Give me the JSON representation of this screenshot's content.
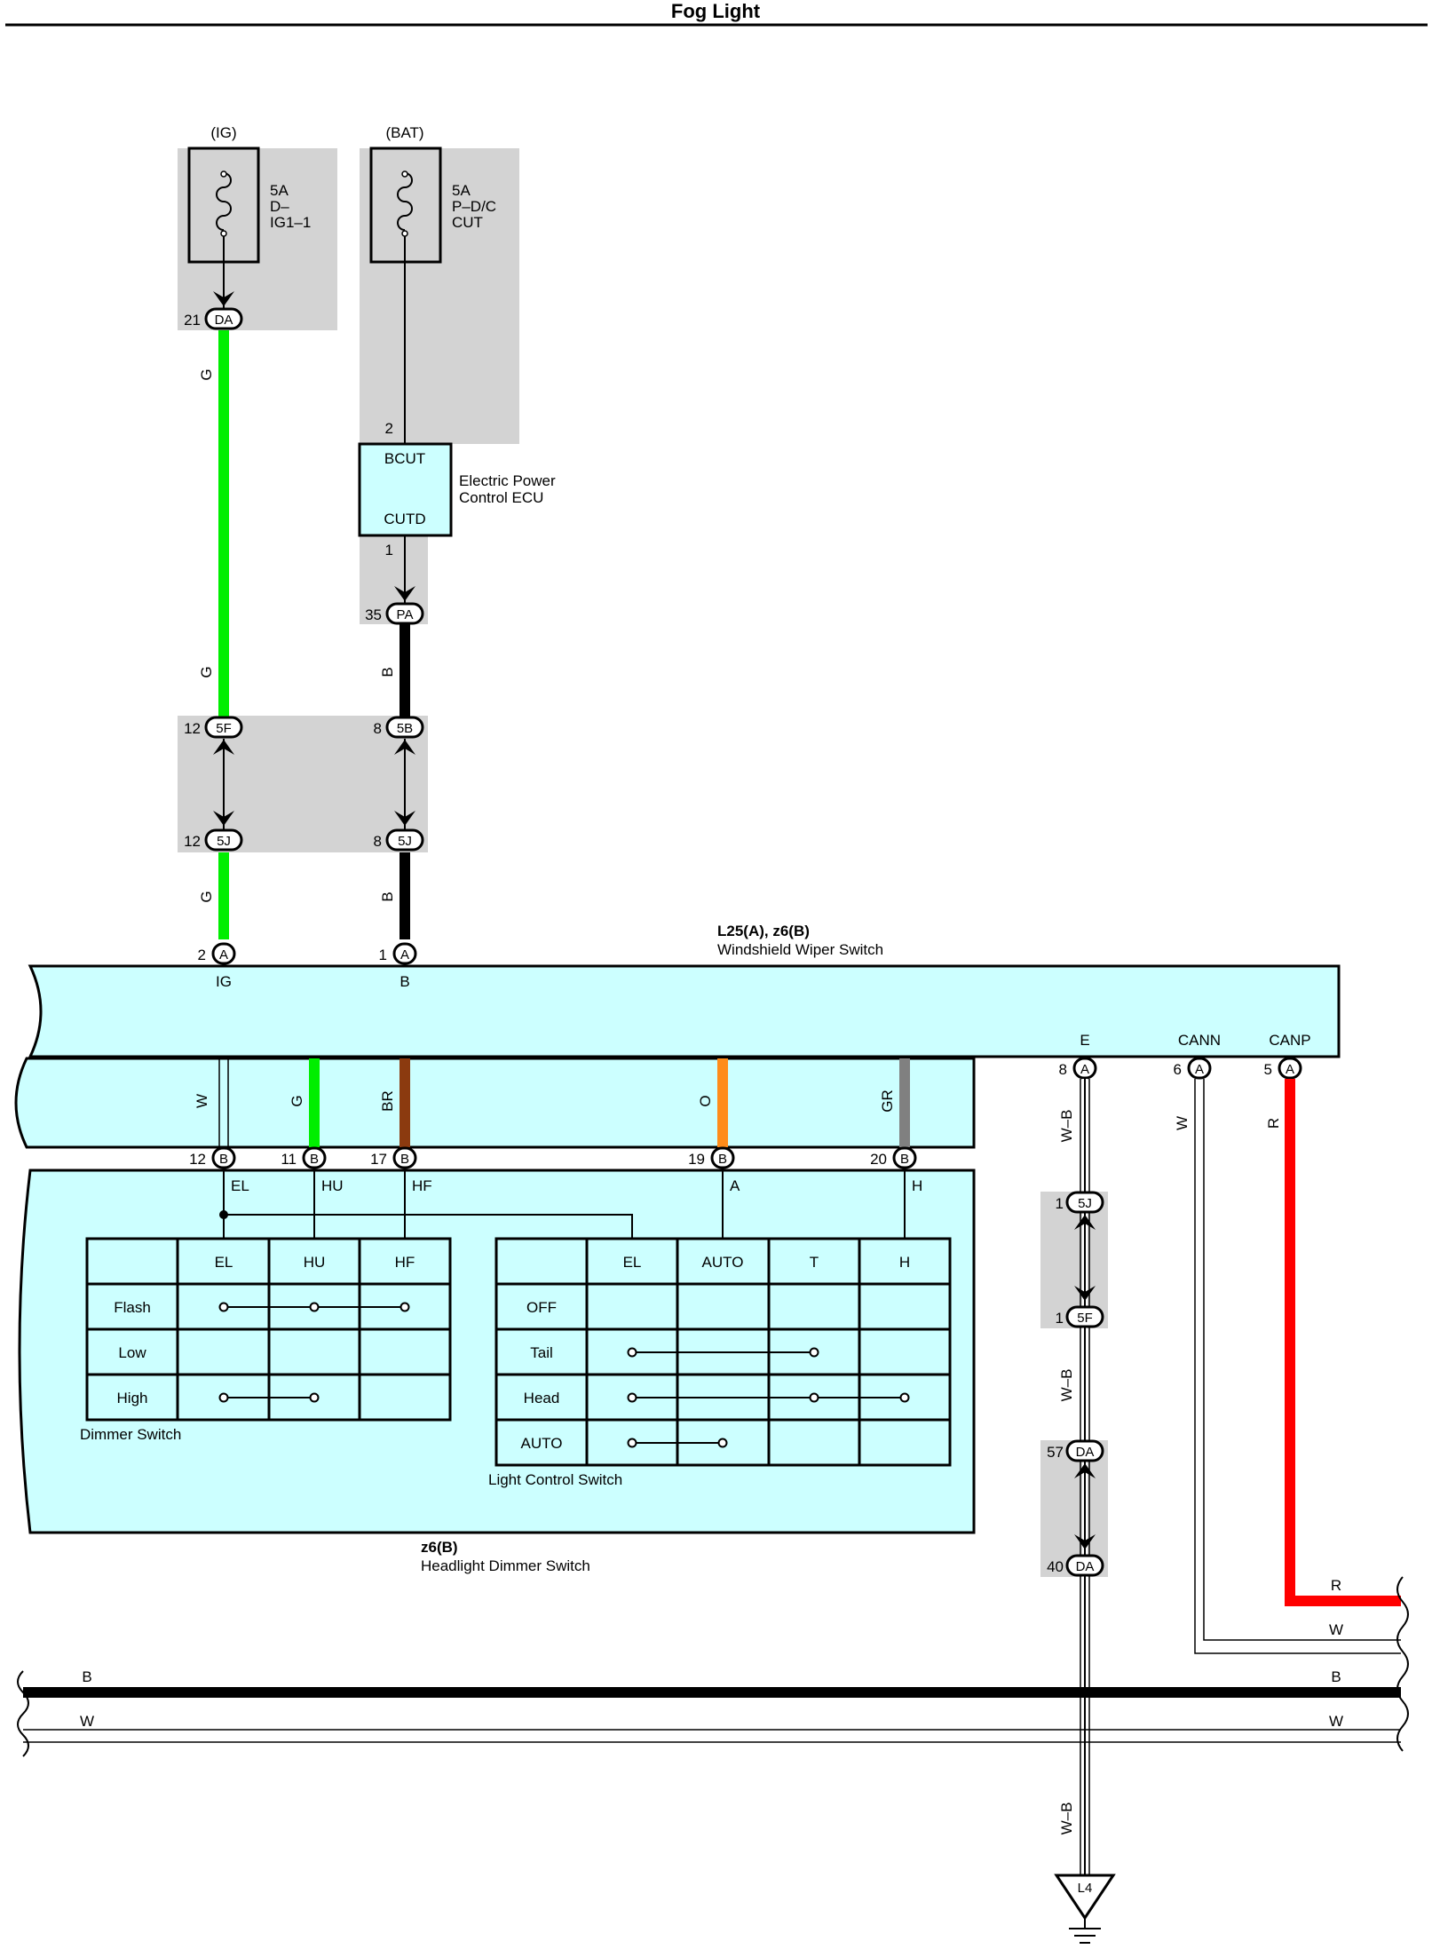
{
  "title": "Fog Light",
  "power": {
    "ig": {
      "label": "(IG)",
      "fuse_amp": "5A",
      "fuse_name_1": "D–",
      "fuse_name_2": "IG1–1",
      "connector": "DA",
      "pin": "21"
    },
    "bat": {
      "label": "(BAT)",
      "fuse_amp": "5A",
      "fuse_name_1": "P–D/C",
      "fuse_name_2": "CUT",
      "pin_in": "2"
    }
  },
  "ecu": {
    "pin_top": "BCUT",
    "pin_bottom": "CUTD",
    "label_1": "Electric Power",
    "label_2": "Control ECU",
    "pin_out": "1",
    "out_connector": "PA",
    "out_pin": "35"
  },
  "junction_5f_5j": {
    "left_top": {
      "pin": "12",
      "conn": "5F"
    },
    "left_bottom": {
      "pin": "12",
      "conn": "5J"
    },
    "right_top": {
      "pin": "8",
      "conn": "5B"
    },
    "right_bottom": {
      "pin": "8",
      "conn": "5J"
    }
  },
  "wiper_switch": {
    "title": "L25(A), z6(B)",
    "subtitle": "Windshield Wiper Switch",
    "pin_ig": {
      "num": "2",
      "conn": "A",
      "name": "IG"
    },
    "pin_b": {
      "num": "1",
      "conn": "A",
      "name": "B"
    },
    "pin_e": {
      "num": "8",
      "conn": "A",
      "name": "E"
    },
    "pin_cann": {
      "num": "6",
      "conn": "A",
      "name": "CANN"
    },
    "pin_canp": {
      "num": "5",
      "conn": "A",
      "name": "CANP"
    }
  },
  "wire_colors": {
    "G": "G",
    "B": "B",
    "W": "W",
    "BR": "BR",
    "O": "O",
    "GR": "GR",
    "R": "R",
    "WB": "W–B"
  },
  "dimmer_pins": [
    {
      "num": "12",
      "conn": "B",
      "name": "EL",
      "wire": "W"
    },
    {
      "num": "11",
      "conn": "B",
      "name": "HU",
      "wire": "G"
    },
    {
      "num": "17",
      "conn": "B",
      "name": "HF",
      "wire": "BR"
    },
    {
      "num": "19",
      "conn": "B",
      "name": "A",
      "wire": "O"
    },
    {
      "num": "20",
      "conn": "B",
      "name": "H",
      "wire": "GR"
    }
  ],
  "dimmer_table": {
    "headers": [
      "EL",
      "HU",
      "HF"
    ],
    "rows": [
      "Flash",
      "Low",
      "High"
    ],
    "caption": "Dimmer Switch"
  },
  "light_table": {
    "headers": [
      "EL",
      "AUTO",
      "T",
      "H"
    ],
    "rows": [
      "OFF",
      "Tail",
      "Head",
      "AUTO"
    ],
    "caption": "Light Control Switch"
  },
  "headlight_dimmer": {
    "title": "z6(B)",
    "subtitle": "Headlight Dimmer Switch"
  },
  "ground_junctions": [
    {
      "pin": "1",
      "conn": "5J"
    },
    {
      "pin": "1",
      "conn": "5F"
    },
    {
      "pin": "57",
      "conn": "DA"
    },
    {
      "pin": "40",
      "conn": "DA"
    }
  ],
  "ground": {
    "label": "L4"
  },
  "bus": {
    "b": "B",
    "w": "W",
    "r": "R"
  },
  "colors": {
    "green": "#00EE00",
    "black": "#000000",
    "brown": "#8B3A0F",
    "orange": "#FF8C1A",
    "gray": "#808080",
    "red": "#FF0000",
    "cyan": "#CCFFFF",
    "shade": "#D3D3D3"
  }
}
